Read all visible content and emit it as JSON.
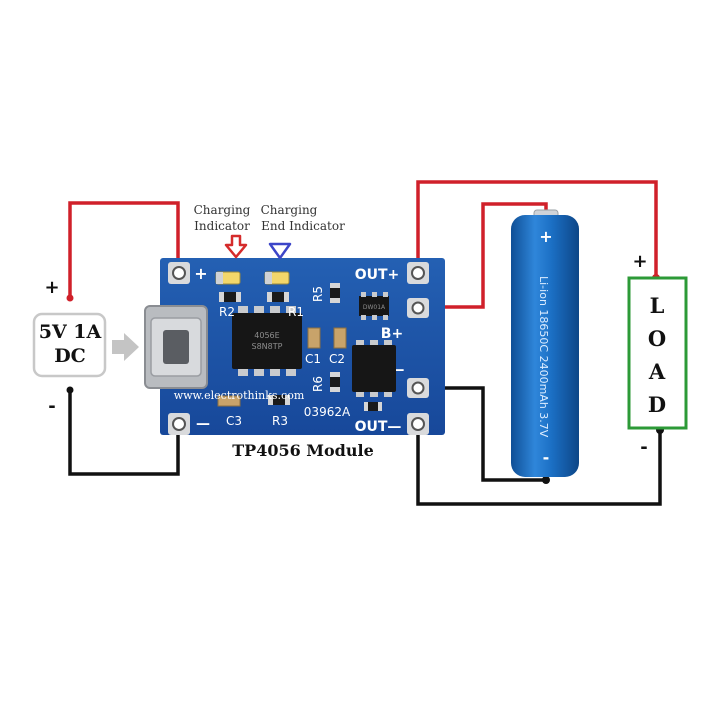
{
  "power_source": {
    "label_line1": "5V 1A",
    "label_line2": "DC",
    "plus": "+",
    "minus": "-"
  },
  "indicators": {
    "charging_line1": "Charging",
    "charging_line2": "Indicator",
    "end_line1": "Charging",
    "end_line2": "End Indicator"
  },
  "module": {
    "caption": "TP4056 Module",
    "website": "www.electrothinks.com",
    "board_code": "03962A",
    "pin_plus": "+",
    "pin_minus": "—",
    "out_plus": "OUT+",
    "b_plus": "B+",
    "b_minus": "B—",
    "out_minus": "OUT—",
    "chip_text_line1": "4056E",
    "chip_text_line2": "S8N8TP",
    "chip2_text": "DW01A",
    "labels": {
      "r1": "R1",
      "r2": "R2",
      "r3": "R3",
      "r5": "R5",
      "r6": "R6",
      "c1": "C1",
      "c2": "C2",
      "c3": "C3"
    }
  },
  "battery": {
    "text": "Li-ion 18650C 2400mAh 3.7V",
    "plus": "+",
    "minus": "-"
  },
  "load": {
    "letters": [
      "L",
      "O",
      "A",
      "D"
    ],
    "plus": "+",
    "minus": "-"
  },
  "colors": {
    "positive_wire": "#d0202a",
    "negative_wire": "#111111",
    "pcb": "#1e56a8",
    "battery": "#1b6fc4",
    "load_border": "#2c9a37",
    "charging_arrow": "#d52b2b",
    "end_arrow": "#3c45c8",
    "source_border": "#c8c8c8"
  }
}
